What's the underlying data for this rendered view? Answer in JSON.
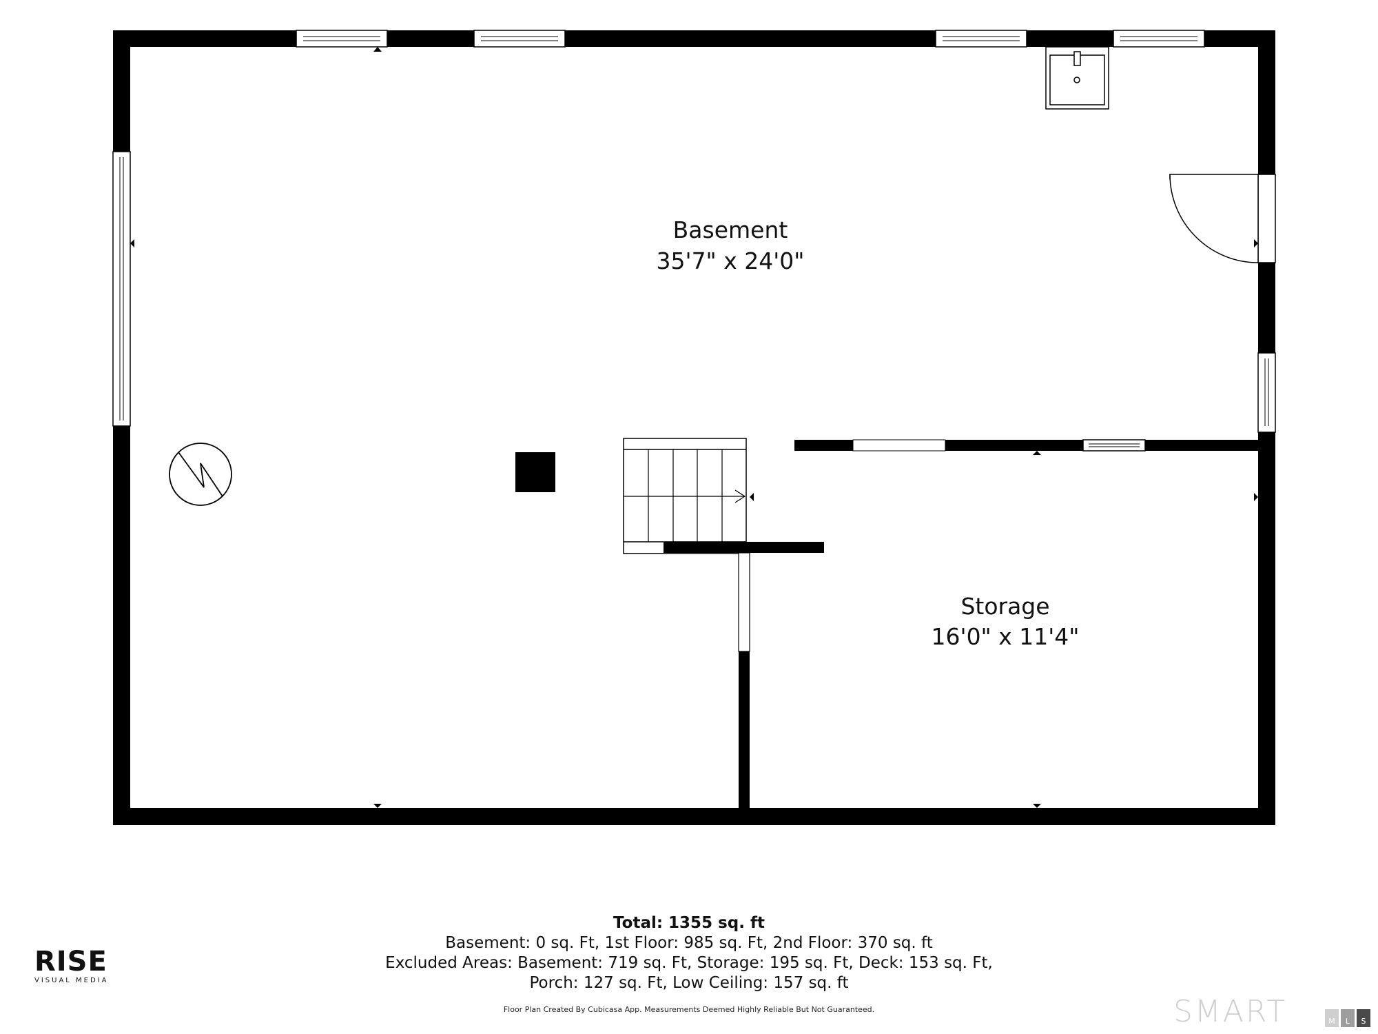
{
  "rooms": {
    "basement": {
      "name": "Basement",
      "dims": "35'7\" x 24'0\""
    },
    "storage": {
      "name": "Storage",
      "dims": "16'0\" x 11'4\""
    }
  },
  "footer": {
    "total": "Total: 1355 sq. ft",
    "line1": "Basement: 0 sq. Ft, 1st Floor: 985 sq. Ft, 2nd Floor: 370 sq. ft",
    "line2": "Excluded Areas: Basement: 719 sq. Ft, Storage: 195 sq. Ft, Deck: 153 sq. Ft,",
    "line3": "Porch: 127 sq. Ft, Low Ceiling: 157 sq. ft",
    "disclaimer": "Floor Plan Created By Cubicasa App. Measurements Deemed Highly Reliable But Not Guaranteed."
  },
  "branding": {
    "rise_word": "RISE",
    "rise_sub": "VISUAL MEDIA",
    "smart_word": "SMART",
    "mls_letters": [
      "M",
      "L",
      "S"
    ]
  },
  "colors": {
    "wall": "#000000",
    "background": "#ffffff",
    "smart_gray": "#cfcfcf"
  },
  "icons": [
    "water-heater-icon",
    "sink-icon",
    "column-icon",
    "stairs-icon",
    "door-swing-icon"
  ]
}
